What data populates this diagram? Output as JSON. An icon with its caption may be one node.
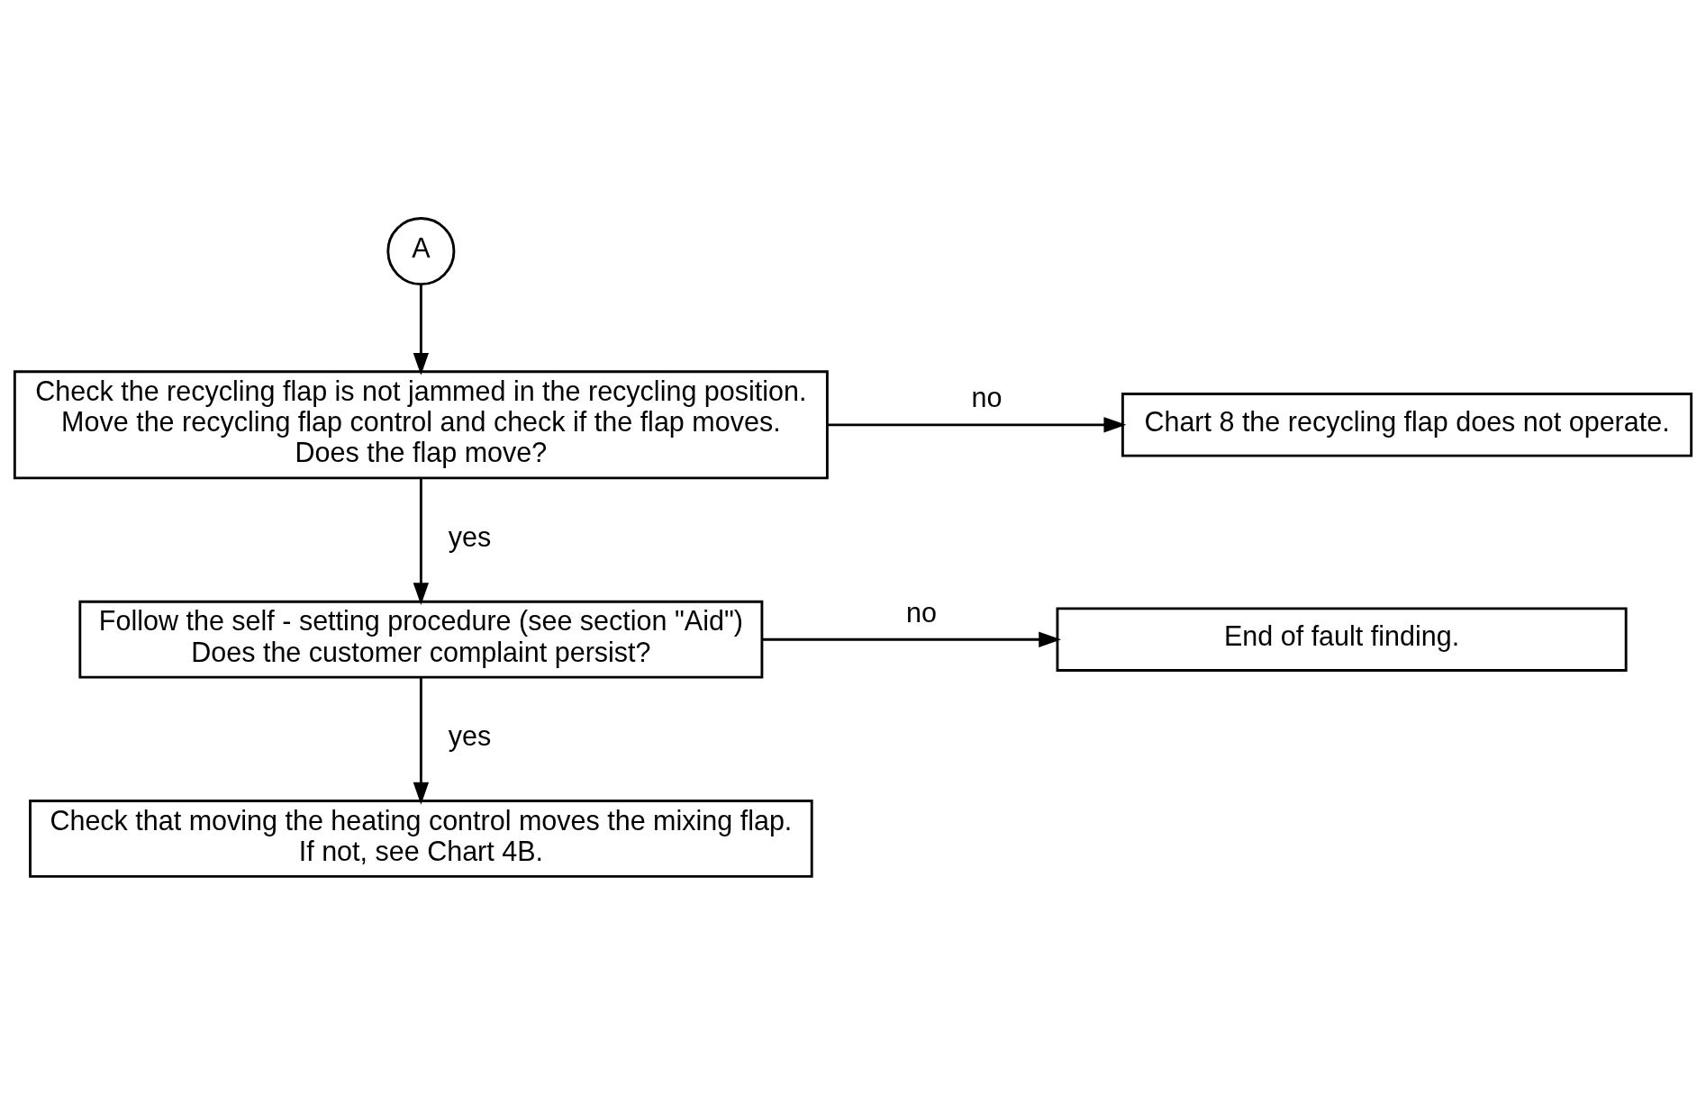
{
  "diagram": {
    "nodes": [
      {
        "text": [
          "A"
        ]
      },
      {
        "text": [
          "Check the recycling flap is not jammed in the recycling position.",
          "Move the recycling flap control and check if the flap moves.",
          "Does the flap move?"
        ]
      },
      {
        "text": [
          "Chart 8 the recycling flap does not operate."
        ]
      },
      {
        "text": [
          "Follow the self - setting procedure (see section \"Aid\")",
          "Does the customer complaint persist?"
        ]
      },
      {
        "text": [
          "End of fault finding."
        ]
      },
      {
        "text": [
          "Check that moving the heating control moves the mixing flap.",
          "If not, see Chart 4B."
        ]
      }
    ],
    "edges": [
      {
        "from": 0,
        "to": 1,
        "arrow": "to"
      },
      {
        "from": 1,
        "to": 2,
        "arrow": "to",
        "label": "no"
      },
      {
        "from": 1,
        "to": 3,
        "arrow": "to",
        "label": "yes"
      },
      {
        "from": 3,
        "to": 4,
        "arrow": "to",
        "label": "no"
      },
      {
        "from": 3,
        "to": 5,
        "arrow": "to",
        "label": "yes"
      }
    ]
  }
}
